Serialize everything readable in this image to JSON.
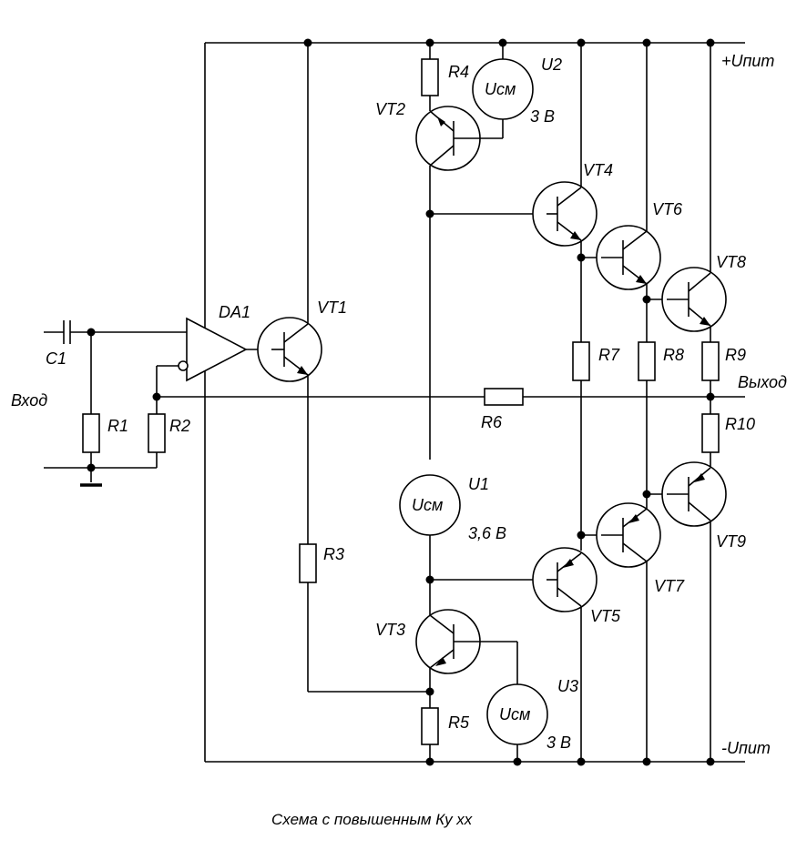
{
  "labels": {
    "supply_pos": "+Uпит",
    "supply_neg": "-Uпит",
    "input": "Вход",
    "output": "Выход",
    "C1": "C1",
    "R1": "R1",
    "R2": "R2",
    "R3": "R3",
    "R4": "R4",
    "R5": "R5",
    "R6": "R6",
    "R7": "R7",
    "R8": "R8",
    "R9": "R9",
    "R10": "R10",
    "DA1": "DA1",
    "VT1": "VT1",
    "VT2": "VT2",
    "VT3": "VT3",
    "VT4": "VT4",
    "VT5": "VT5",
    "VT6": "VT6",
    "VT7": "VT7",
    "VT8": "VT8",
    "VT9": "VT9",
    "U1": "U1",
    "U2": "U2",
    "U3": "U3",
    "U1_sym": "Uсм",
    "U2_sym": "Uсм",
    "U3_sym": "Uсм",
    "U1_val": "3,6 В",
    "U2_val": "3 В",
    "U3_val": "3 В"
  },
  "caption": "Схема с повышенным Ку хх"
}
